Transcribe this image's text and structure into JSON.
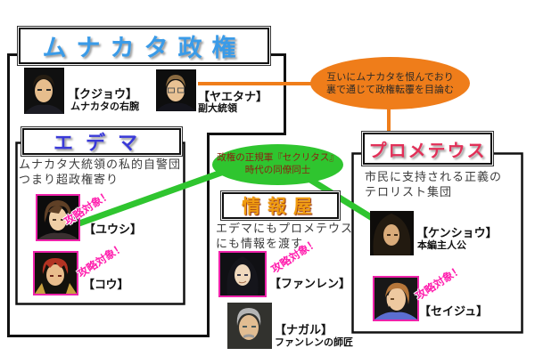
{
  "diagram_title": "character relationship chart",
  "labels": {
    "capture_target": "攻略対象！"
  },
  "colors": {
    "connector_orange": "#ef7d1a",
    "connector_green": "#2fc52f",
    "capture_magenta": "#ff1fae",
    "title_munakata_blue": "#3a9be8",
    "title_edema_indigo": "#3a3ad8",
    "title_johoya_orange": "#f09c10",
    "title_prometheus_crimson": "#e23058",
    "box_border": "#111111"
  },
  "notes": {
    "orange": {
      "line1": "互いにムナカタを恨んでおり",
      "line2": "裏で通じて政権転覆を目論む"
    },
    "green": {
      "line1": "政権の正規軍『セクリタス』",
      "line2": "時代の同僚同士"
    }
  },
  "factions": {
    "munakata": {
      "title": "ムナカタ政権",
      "characters": {
        "kujou": {
          "name": "【クジョウ】",
          "role": "ムナカタの右腕"
        },
        "yaetana": {
          "name": "【ヤエタナ】",
          "role": "副大統領"
        }
      }
    },
    "edema": {
      "title": "エデマ",
      "desc1": "ムナカタ大統領の私的自警団",
      "desc2": "つまり超政権寄り",
      "characters": {
        "yuushi": {
          "name": "【ユウシ】",
          "capture": "攻略対象！"
        },
        "kou": {
          "name": "【コウ】",
          "capture": "攻略対象！"
        }
      }
    },
    "johoya": {
      "title": "情報屋",
      "desc1": "エデマにもプロメテウス",
      "desc2": "にも情報を渡す",
      "characters": {
        "fanren": {
          "name": "【ファンレン】",
          "capture": "攻略対象！"
        },
        "nagaru": {
          "name": "【ナガル】",
          "role": "ファンレンの師匠"
        }
      }
    },
    "prometheus": {
      "title": "プロメテウス",
      "desc1": "市民に支持される正義の",
      "desc2": "テロリスト集団",
      "characters": {
        "kenshou": {
          "name": "【ケンショウ】",
          "role": "本編主人公"
        },
        "seiju": {
          "name": "【セイジュ】",
          "capture": "攻略対象！"
        }
      }
    }
  }
}
